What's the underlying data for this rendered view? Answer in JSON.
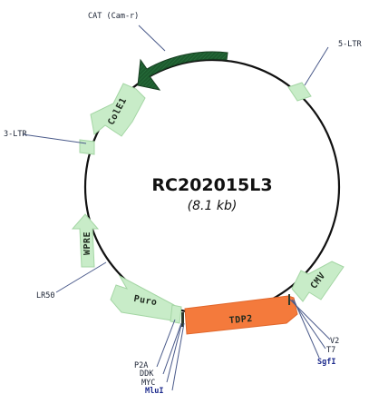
{
  "plasmid": {
    "name": "RC202015L3",
    "size": "(8.1 kb)"
  },
  "colors": {
    "backbone": "#111111",
    "feature_fill": "#c8ecc8",
    "feature_stroke": "#a4d6a4",
    "insert_fill": "#f47a3c",
    "resistance_fill": "#1d5a2e",
    "leader_line": "#4a5a8a"
  },
  "features": {
    "cat": "CAT (Cam-r)",
    "ltr5": "5-LTR",
    "ltr3": "3-LTR",
    "cole1": "ColE1",
    "wpre": "WPRE",
    "cmv": "CMV",
    "lr50": "LR50",
    "puro": "Puro",
    "tdp2": "TDP2"
  },
  "sites": {
    "v2": "V2",
    "t7": "T7",
    "sgfi": "SgfI",
    "p2a": "P2A",
    "ddk": "DDK",
    "myc": "MYC",
    "mlui": "MluI"
  }
}
